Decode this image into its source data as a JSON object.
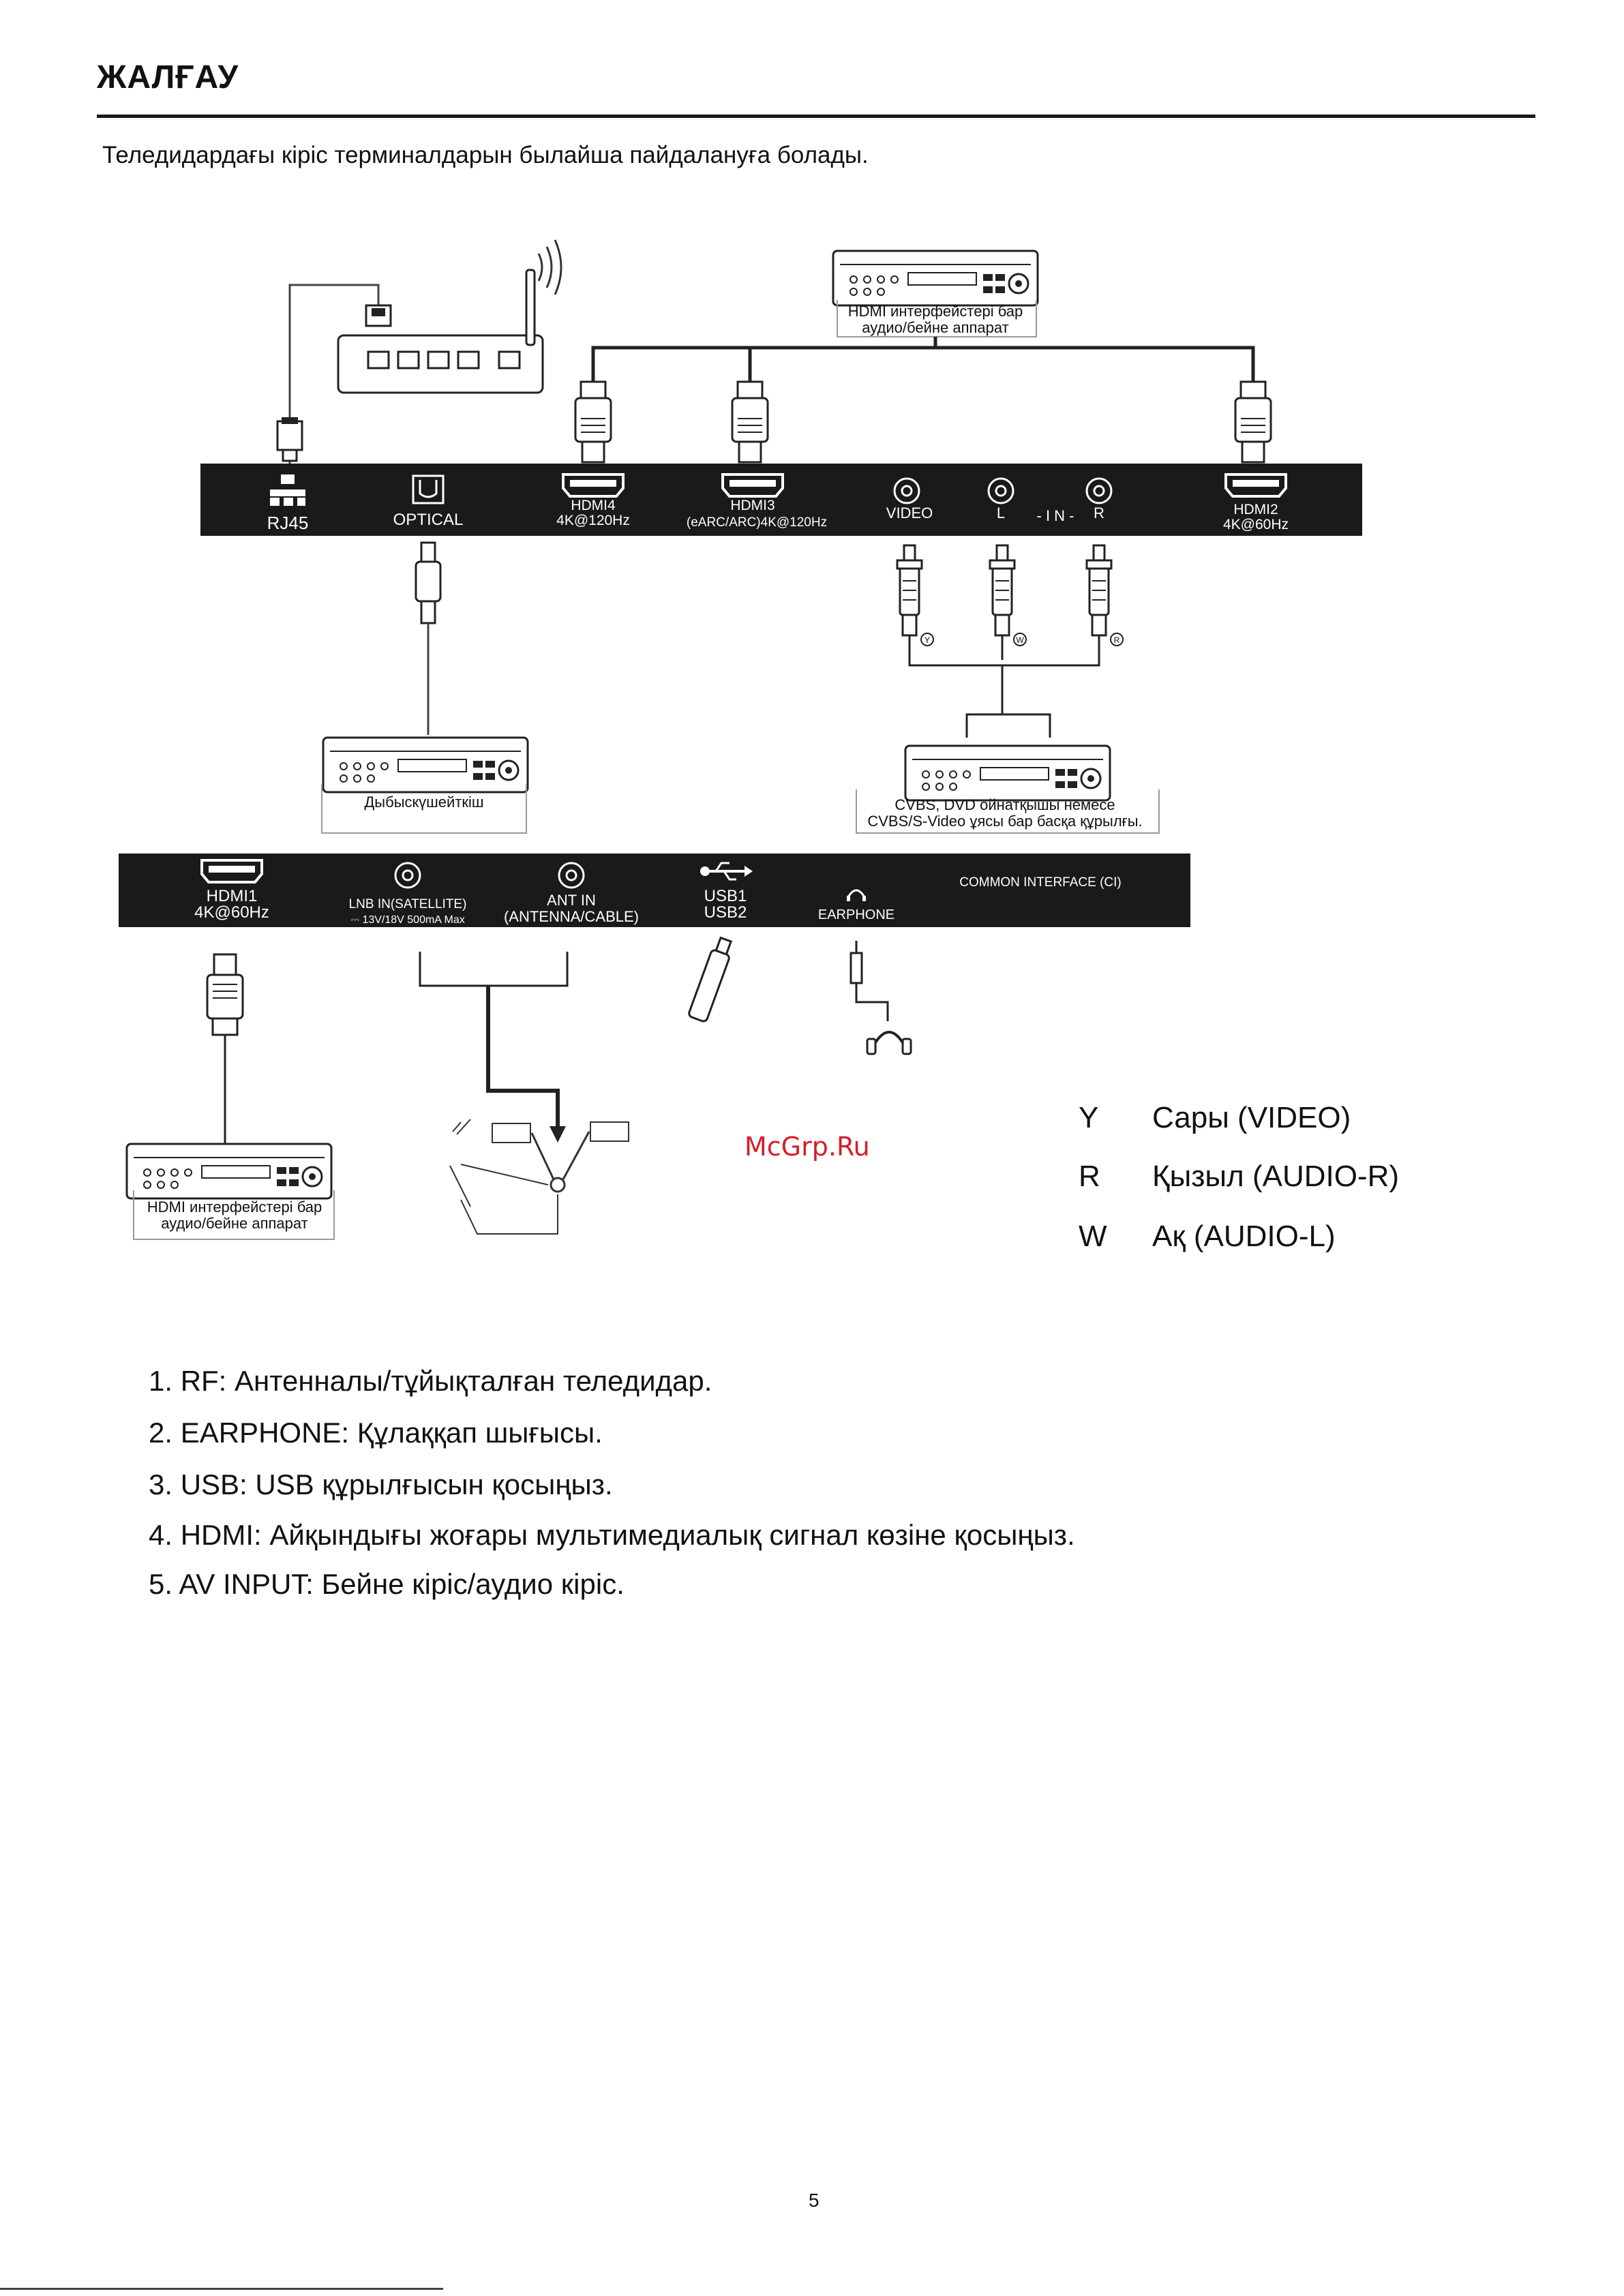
{
  "page": {
    "title": "ЖАЛҒАУ",
    "intro": "Теледидардағы кіріс терминалдарын былайша пайдалануға болады.",
    "watermark": "McGrp.Ru",
    "page_number": "5"
  },
  "top_panel": {
    "rj45": "RJ45",
    "optical": "OPTICAL",
    "hdmi4": "HDMI4",
    "hdmi4_spec": "4K@120Hz",
    "hdmi3": "HDMI3",
    "hdmi3_spec": "(eARC/ARC)4K@120Hz",
    "video": "VIDEO",
    "l": "L",
    "in": "- I N -",
    "r": "R",
    "hdmi2": "HDMI2",
    "hdmi2_spec": "4K@60Hz"
  },
  "bottom_panel": {
    "hdmi1": "HDMI1",
    "hdmi1_spec": "4K@60Hz",
    "lnb": "LNB IN(SATELLITE)",
    "lnb_spec": "⎓ 13V/18V  500mA Max",
    "ant": "ANT IN",
    "ant_spec": "(ANTENNA/CABLE)",
    "usb1": "USB1",
    "usb2": "USB2",
    "earphone": "EARPHONE",
    "ci": "COMMON    INTERFACE  (CI)"
  },
  "devices": {
    "hdmi_top_line1": "HDMI интерфейстері бар",
    "hdmi_top_line2": "аудио/бейне аппарат",
    "speaker": "Дыбыскүшейткіш",
    "cvbs_line1": "CVBS, DVD ойнатқышы немесе",
    "cvbs_line2": "CVBS/S-Video ұясы бар басқа құрылғы.",
    "hdmi_bottom_line1": "HDMI интерфейстері бар",
    "hdmi_bottom_line2": "аудио/бейне аппарат"
  },
  "cable_marks": {
    "y": "Y",
    "w": "W",
    "r": "R"
  },
  "legend": [
    {
      "letter": "Y",
      "text": "Сары (VIDEO)"
    },
    {
      "letter": "R",
      "text": "Қызыл (AUDIO-R)"
    },
    {
      "letter": "W",
      "text": "Ақ (AUDIO-L)"
    }
  ],
  "notes": [
    "1. RF: Антенналы/тұйықталған теледидар.",
    "2. EARPHONE: Құлаққап шығысы.",
    "3. USB: USB құрылғысын қосыңыз.",
    "4. HDMI: Айқындығы жоғары мультимедиалық сигнал көзіне қосыңыз.",
    "5. AV INPUT: Бейне кіріс/аудио кіріс."
  ]
}
